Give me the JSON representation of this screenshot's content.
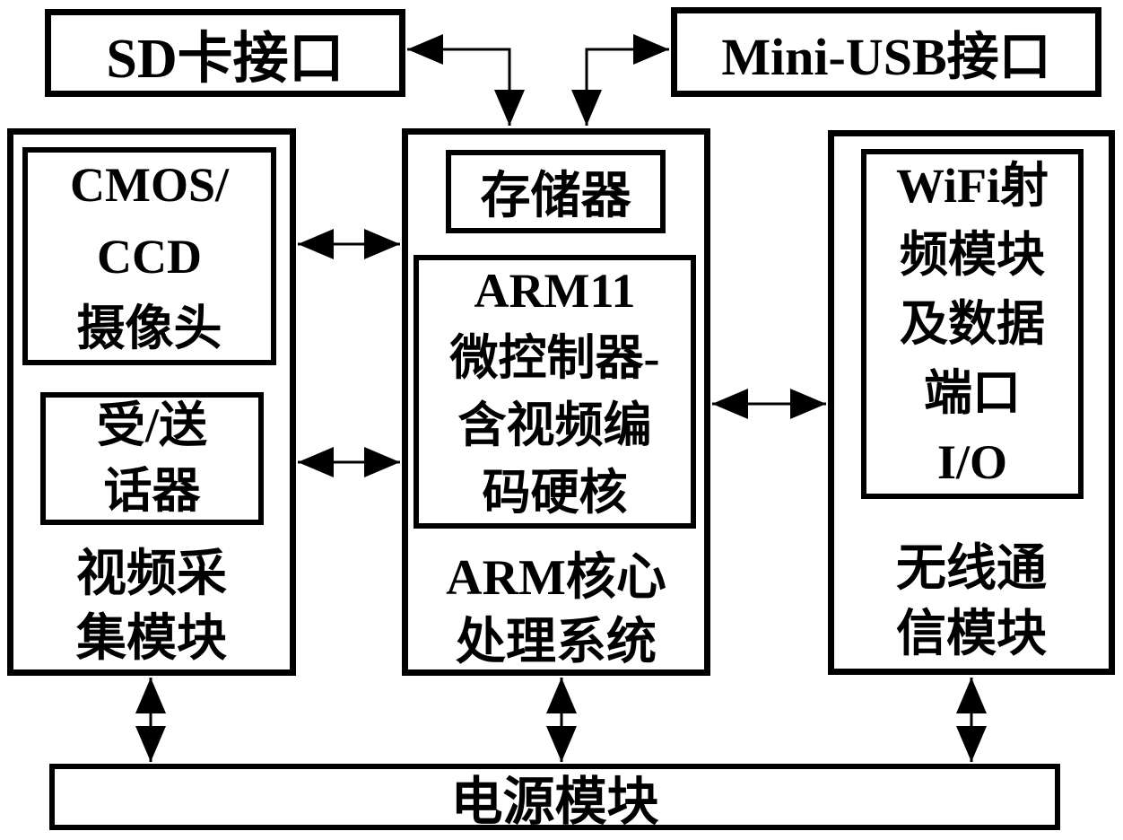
{
  "colors": {
    "ink": "#000000",
    "background": "#ffffff"
  },
  "blocks": {
    "sd_card": {
      "label": "SD卡接口"
    },
    "mini_usb": {
      "label": "Mini-USB接口"
    },
    "video_capture": {
      "camera": {
        "lines": [
          "CMOS/",
          "CCD",
          "摄像头"
        ]
      },
      "handset": {
        "lines": [
          "受/送",
          "话器"
        ]
      },
      "caption": {
        "lines": [
          "视频采",
          "集模块"
        ]
      }
    },
    "arm_system": {
      "memory": {
        "label": "存储器"
      },
      "arm11": {
        "lines": [
          "ARM11",
          "微控制器-",
          "含视频编",
          "码硬核"
        ]
      },
      "caption": {
        "lines": [
          "ARM核心",
          "处理系统"
        ]
      }
    },
    "wireless": {
      "wifi": {
        "lines": [
          "WiFi射",
          "频模块",
          "及数据",
          "端口",
          "I/O"
        ]
      },
      "caption": {
        "lines": [
          "无线通",
          "信模块"
        ]
      }
    },
    "power": {
      "label": "电源模块"
    }
  },
  "connections": [
    {
      "from": "arm_system",
      "to": "sd_card",
      "bidirectional": true
    },
    {
      "from": "arm_system",
      "to": "mini_usb",
      "bidirectional": true
    },
    {
      "from": "video_capture",
      "to": "arm_system",
      "bidirectional": true,
      "note": "upper link"
    },
    {
      "from": "video_capture",
      "to": "arm_system",
      "bidirectional": true,
      "note": "lower link"
    },
    {
      "from": "arm_system",
      "to": "wireless",
      "bidirectional": true
    },
    {
      "from": "video_capture",
      "to": "power",
      "bidirectional": true
    },
    {
      "from": "arm_system",
      "to": "power",
      "bidirectional": true
    },
    {
      "from": "wireless",
      "to": "power",
      "bidirectional": true
    }
  ]
}
